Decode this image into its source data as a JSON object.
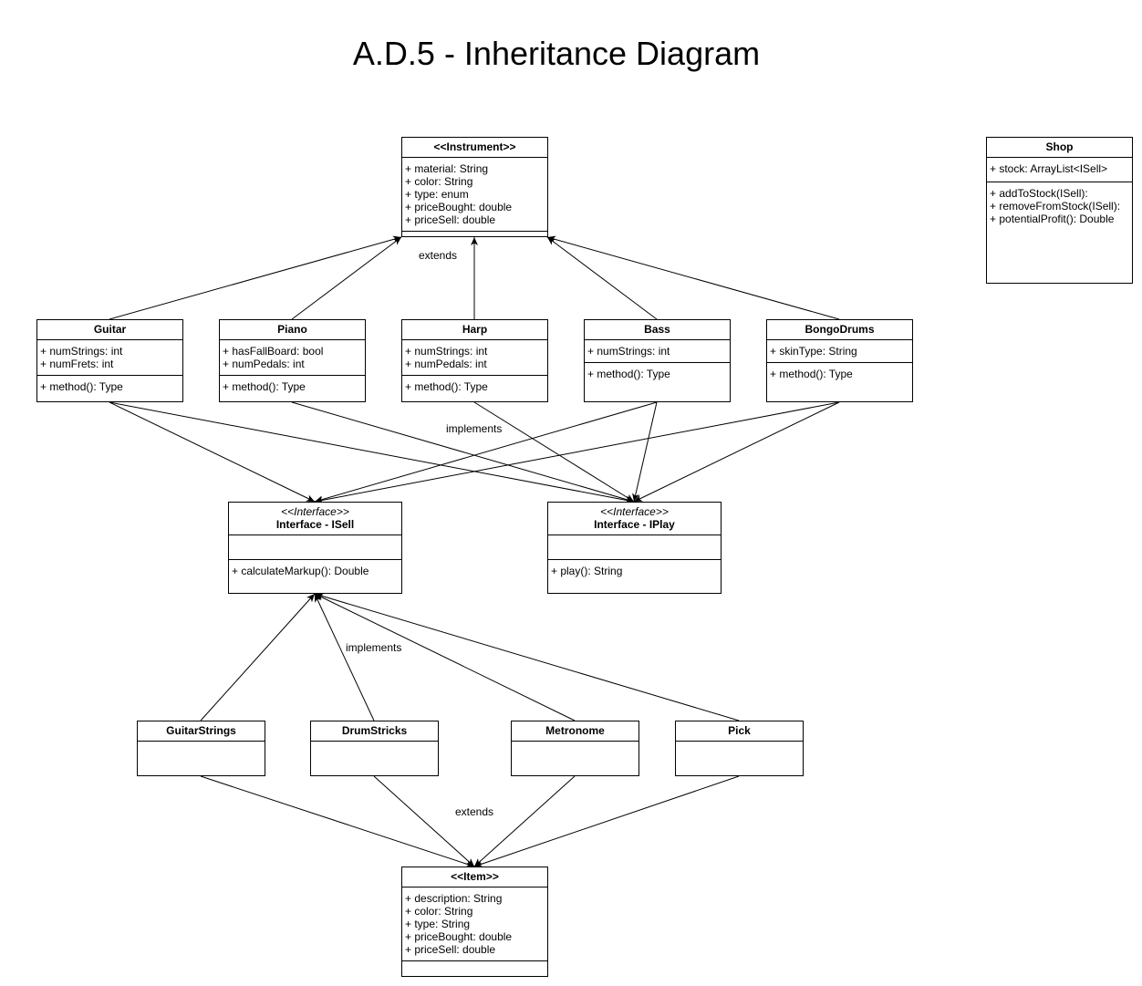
{
  "title": "A.D.5 - Inheritance Diagram",
  "labels": {
    "extends_instrument": "extends",
    "implements_instruments": "implements",
    "implements_accessories": "implements",
    "extends_item": "extends"
  },
  "classes": {
    "instrument": {
      "name": "<<Instrument>>",
      "attributes": [
        "+ material: String",
        "+ color: String",
        "+ type: enum",
        "+ priceBought: double",
        "+ priceSell: double"
      ],
      "methods": []
    },
    "shop": {
      "name": "Shop",
      "attributes": [
        "+ stock: ArrayList<ISell>"
      ],
      "methods": [
        "+ addToStock(ISell):",
        "+ removeFromStock(ISell):",
        "+ potentialProfit(): Double"
      ]
    },
    "guitar": {
      "name": "Guitar",
      "attributes": [
        "+ numStrings: int",
        "+ numFrets: int"
      ],
      "methods": [
        "+ method(): Type"
      ]
    },
    "piano": {
      "name": "Piano",
      "attributes": [
        "+ hasFallBoard: bool",
        "+ numPedals: int"
      ],
      "methods": [
        "+ method(): Type"
      ]
    },
    "harp": {
      "name": "Harp",
      "attributes": [
        "+ numStrings: int",
        "+ numPedals: int"
      ],
      "methods": [
        "+ method(): Type"
      ]
    },
    "bass": {
      "name": "Bass",
      "attributes": [
        "+ numStrings: int"
      ],
      "methods": [
        "+ method(): Type"
      ]
    },
    "bongodrums": {
      "name": "BongoDrums",
      "attributes": [
        "+ skinType: String"
      ],
      "methods": [
        "+ method(): Type"
      ]
    },
    "isell": {
      "stereotype": "<<Interface>>",
      "name": "Interface - ISell",
      "attributes": [],
      "methods": [
        "+ calculateMarkup(): Double"
      ]
    },
    "iplay": {
      "stereotype": "<<Interface>>",
      "name": "Interface - IPlay",
      "attributes": [],
      "methods": [
        "+ play(): String"
      ]
    },
    "guitarstrings": {
      "name": "GuitarStrings"
    },
    "drumstricks": {
      "name": "DrumStricks"
    },
    "metronome": {
      "name": "Metronome"
    },
    "pick": {
      "name": "Pick"
    },
    "item": {
      "name": "<<Item>>",
      "attributes": [
        "+ description: String",
        "+ color: String",
        "+ type: String",
        "+ priceBought: double",
        "+ priceSell: double"
      ],
      "methods": []
    }
  },
  "relations": [
    {
      "from": "guitar",
      "to": "instrument",
      "kind": "extends"
    },
    {
      "from": "piano",
      "to": "instrument",
      "kind": "extends"
    },
    {
      "from": "harp",
      "to": "instrument",
      "kind": "extends"
    },
    {
      "from": "bass",
      "to": "instrument",
      "kind": "extends"
    },
    {
      "from": "bongodrums",
      "to": "instrument",
      "kind": "extends"
    },
    {
      "from": "guitar",
      "to": "isell",
      "kind": "implements"
    },
    {
      "from": "guitar",
      "to": "iplay",
      "kind": "implements"
    },
    {
      "from": "piano",
      "to": "iplay",
      "kind": "implements"
    },
    {
      "from": "harp",
      "to": "iplay",
      "kind": "implements"
    },
    {
      "from": "bass",
      "to": "isell",
      "kind": "implements"
    },
    {
      "from": "bass",
      "to": "iplay",
      "kind": "implements"
    },
    {
      "from": "bongodrums",
      "to": "isell",
      "kind": "implements"
    },
    {
      "from": "bongodrums",
      "to": "iplay",
      "kind": "implements"
    },
    {
      "from": "guitarstrings",
      "to": "isell",
      "kind": "implements"
    },
    {
      "from": "drumstricks",
      "to": "isell",
      "kind": "implements"
    },
    {
      "from": "metronome",
      "to": "isell",
      "kind": "implements"
    },
    {
      "from": "pick",
      "to": "isell",
      "kind": "implements"
    },
    {
      "from": "guitarstrings",
      "to": "item",
      "kind": "extends"
    },
    {
      "from": "drumstricks",
      "to": "item",
      "kind": "extends"
    },
    {
      "from": "metronome",
      "to": "item",
      "kind": "extends"
    },
    {
      "from": "pick",
      "to": "item",
      "kind": "extends"
    }
  ]
}
